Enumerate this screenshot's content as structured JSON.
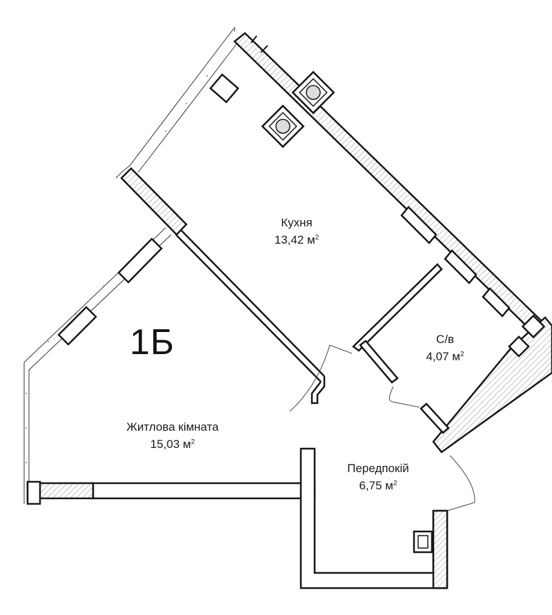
{
  "plan": {
    "unit_label": "1Б",
    "area_unit": "м",
    "area_unit_power": "2",
    "rooms": [
      {
        "id": "kitchen",
        "name": "Кухня",
        "area": "13,42"
      },
      {
        "id": "bathroom",
        "name": "С/в",
        "area": "4,07"
      },
      {
        "id": "living",
        "name": "Житлова кімната",
        "area": "15,03"
      },
      {
        "id": "hall",
        "name": "Передпокій",
        "area": "6,75"
      }
    ]
  },
  "colors": {
    "wall": "#161616",
    "hatch": "#8a8a8a",
    "background": "#ffffff"
  }
}
